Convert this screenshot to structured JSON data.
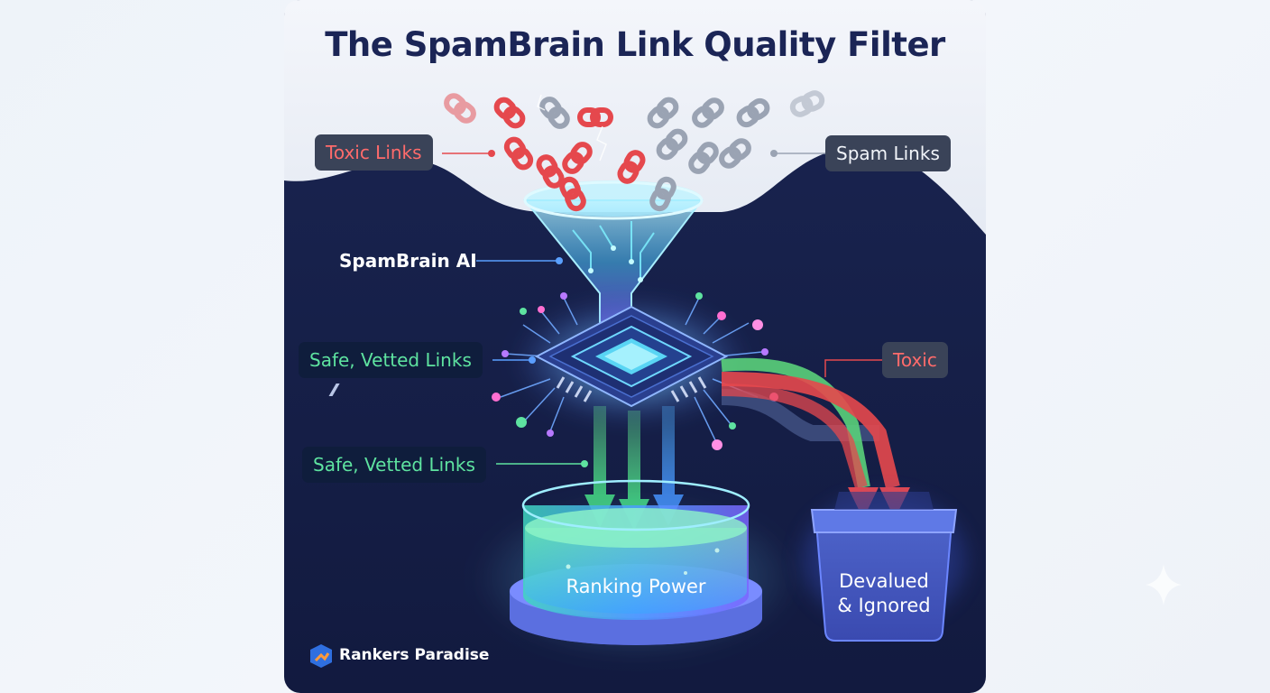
{
  "title": "The SpamBrain Link Quality Filter",
  "labels": {
    "toxic_links": "Toxic Links",
    "spam_links": "Spam Links",
    "spambrain_ai": "SpamBrain AI",
    "safe_vetted_1": "Safe, Vetted Links",
    "safe_vetted_2": "Safe, Vetted Links",
    "toxic": "Toxic"
  },
  "containers": {
    "ranking_power": "Ranking Power",
    "devalued_line1": "Devalued",
    "devalued_line2": "& Ignored"
  },
  "brand": {
    "name": "Rankers Paradise"
  },
  "colors": {
    "title": "#1b2556",
    "panel_dark": "#151e48",
    "toxic_red": "#ff6b6b",
    "safe_green": "#5ee3a0",
    "spam_gray": "#9aa3b3",
    "funnel_cyan": "#7fe3ff"
  }
}
